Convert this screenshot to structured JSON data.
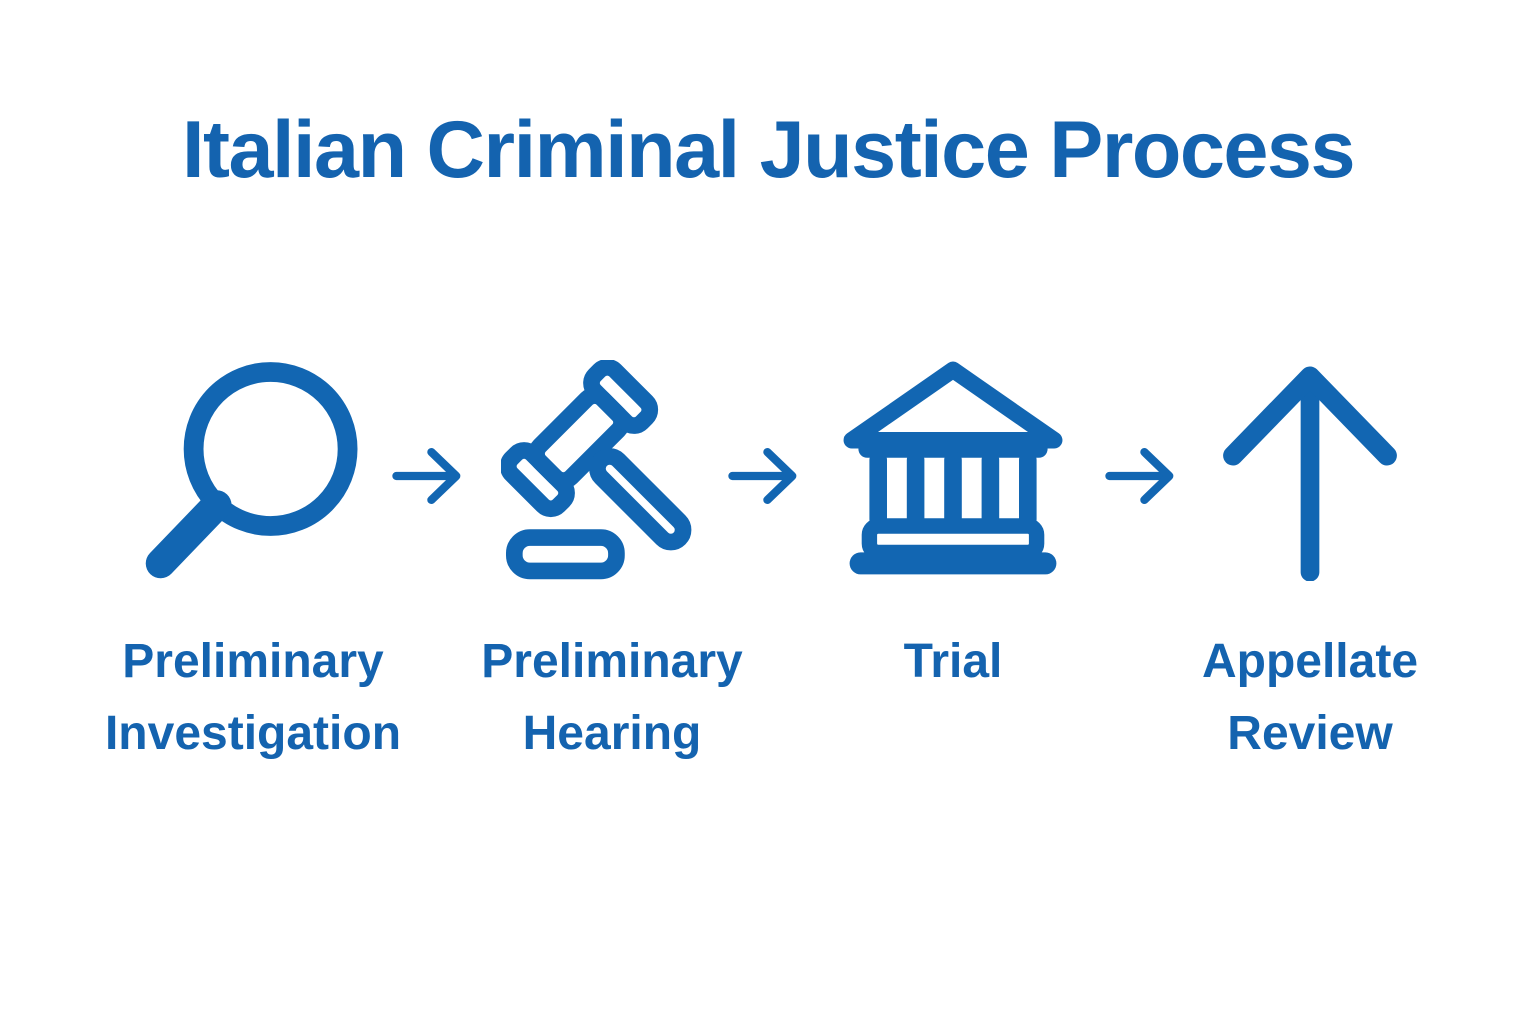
{
  "title": "Italian Criminal Justice Process",
  "colors": {
    "background": "#ffffff",
    "accent_text": "#1463af",
    "accent_icon": "#1266b2"
  },
  "steps": [
    {
      "label": "Preliminary Investigation",
      "icon": "magnifying-glass-icon"
    },
    {
      "label": "Preliminary Hearing",
      "icon": "gavel-icon"
    },
    {
      "label": "Trial",
      "icon": "courthouse-icon"
    },
    {
      "label": "Appellate Review",
      "icon": "up-arrow-icon"
    }
  ],
  "connector_icon": "right-arrow-icon"
}
